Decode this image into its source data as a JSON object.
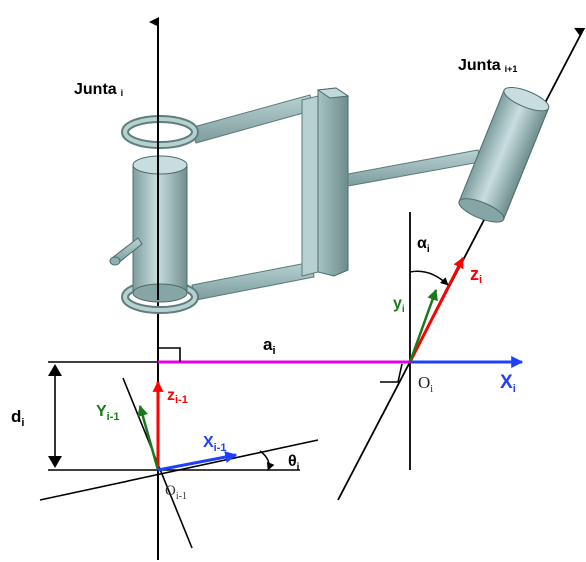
{
  "labels": {
    "joint_i": "Junta",
    "joint_i_sub": "i",
    "joint_next": "Junta",
    "joint_next_sub": "i+1",
    "a": "a",
    "a_sub": "i",
    "alpha": "α",
    "alpha_sub": "i",
    "z_i": "z",
    "z_i_sub": "i",
    "y_i": "y",
    "y_i_sub": "i",
    "x_i": "X",
    "x_i_sub": "i",
    "o_i": "O",
    "o_i_sub": "i",
    "d": "d",
    "d_sub": "i",
    "z_prev": "z",
    "z_prev_sub": "i-1",
    "y_prev": "Y",
    "y_prev_sub": "i-1",
    "x_prev": "X",
    "x_prev_sub": "i-1",
    "theta": "θ",
    "theta_sub": "i",
    "o_prev": "O",
    "o_prev_sub": "i-1"
  },
  "colors": {
    "z_axis": "#ff0000",
    "y_axis": "#1a7a1a",
    "x_axis": "#1f3fff",
    "a_link": "#e600e6",
    "body": "#9fbcbc"
  }
}
